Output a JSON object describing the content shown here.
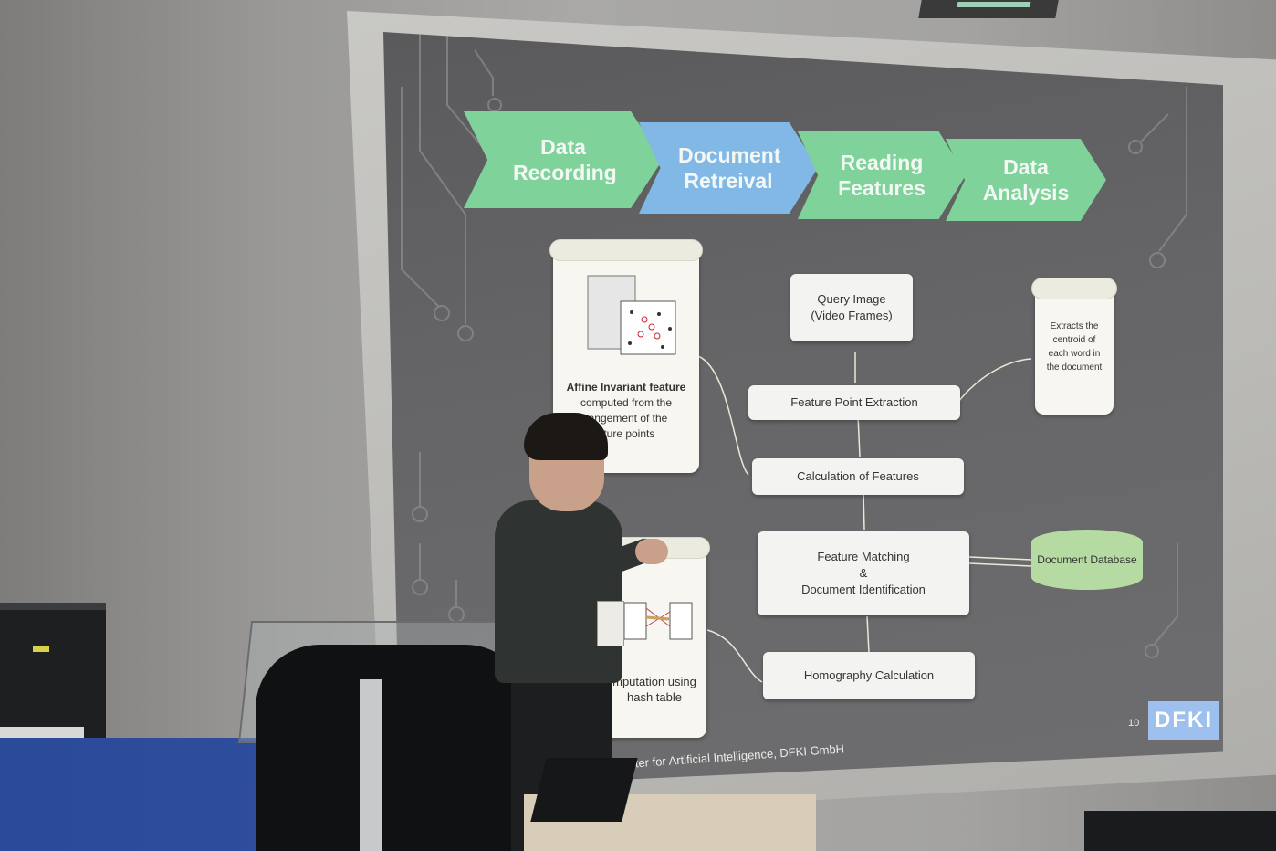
{
  "slide": {
    "pipeline": [
      {
        "line1": "Data",
        "line2": "Recording",
        "color": "#7fd29a"
      },
      {
        "line1": "Document",
        "line2": "Retreival",
        "color": "#82b8e6"
      },
      {
        "line1": "Reading",
        "line2": "Features",
        "color": "#7fd29a"
      },
      {
        "line1": "Data",
        "line2": "Analysis",
        "color": "#7fd29a"
      }
    ],
    "flow": {
      "query": {
        "line1": "Query Image",
        "line2": "(Video Frames)"
      },
      "extraction": "Feature Point Extraction",
      "calculation": "Calculation of Features",
      "matching": {
        "line1": "Feature Matching",
        "line2": "&",
        "line3": "Document Identification"
      },
      "homography": "Homography Calculation",
      "database": "Document Database"
    },
    "notes": {
      "centroid": {
        "line1": "Extracts the",
        "line2": "centroid of",
        "line3": "each word in",
        "line4": "the document"
      },
      "affine": {
        "bold": "Affine Invariant feature",
        "line2": "computed from the",
        "line3": "rangement of the",
        "line4": "ature points"
      },
      "hash": {
        "line1": "mputation using",
        "line2": "hash table"
      }
    },
    "page_number": "10",
    "footer": "Center for Artificial Intelligence, DFKI GmbH",
    "logo": "DFKI"
  }
}
